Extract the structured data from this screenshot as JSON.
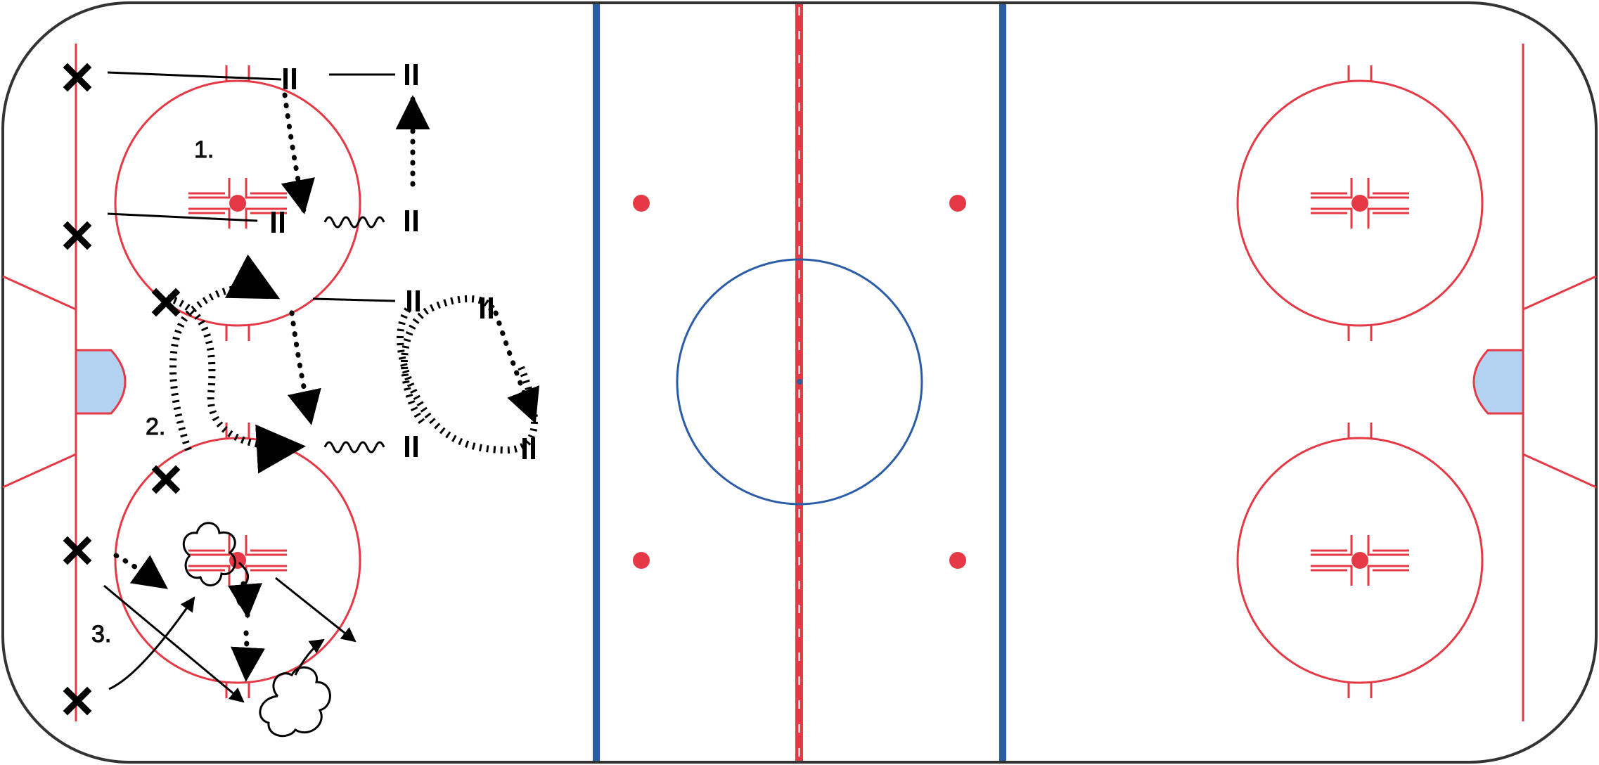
{
  "diagram": {
    "labels": {
      "drill1": "1.",
      "drill2": "2.",
      "drill3": "3."
    },
    "colors": {
      "boards": "#333333",
      "red_line": "#e63946",
      "blue_line": "#2b5ca8",
      "crease": "#b3d1f0",
      "marker": "#000000"
    },
    "elements": [
      "rink-boards",
      "center-line",
      "blue-lines",
      "center-circle",
      "faceoff-circles",
      "goal-creases",
      "player-markers",
      "skating-paths",
      "passing-paths",
      "pylons"
    ]
  }
}
